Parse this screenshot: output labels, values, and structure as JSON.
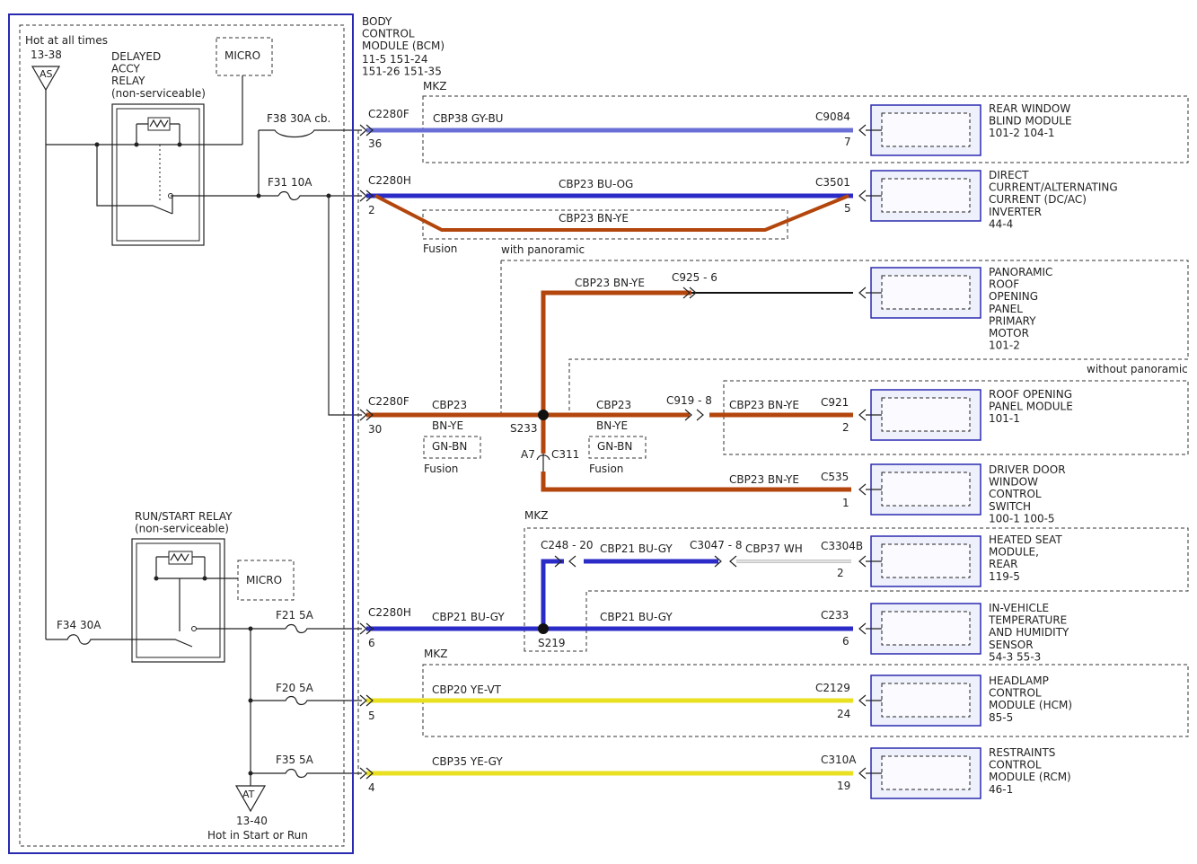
{
  "colors": {
    "gray_blue_wire": "#6a6fd6",
    "blue_wire": "#2b2bc8",
    "orange_wire": "#b3460c",
    "yellow_wire": "#e8e020",
    "bcm_border": "#2a2ab0"
  },
  "left_panel": {
    "hot_at_all_times": "Hot at all times",
    "as_ref": "13-38",
    "as_symbol": "AS",
    "delayed_relay_label": "DELAYED\nACCY\nRELAY\n(non-serviceable)",
    "micro_label": "MICRO",
    "runstart_relay_label": "RUN/START RELAY\n(non-serviceable)",
    "micro2_label": "MICRO",
    "f34_label": "F34  30A",
    "at_symbol": "AT",
    "at_ref": "13-40",
    "hot_in_start_run": "Hot in Start or Run"
  },
  "fuses": {
    "f38": "F38  30A cb.",
    "f31": "F31  10A",
    "f21": "F21   5A",
    "f20": "F20   5A",
    "f35": "F35   5A"
  },
  "bcm": {
    "title": "BODY\nCONTROL\nMODULE (BCM)",
    "refs": "11-5      151-24\n151-26   151-35"
  },
  "variants": {
    "mkz1": "MKZ",
    "fusion1": "Fusion",
    "with_panoramic": "with panoramic",
    "without_panoramic": "without panoramic",
    "fusion2": "Fusion",
    "fusion3": "Fusion",
    "mkz2": "MKZ",
    "mkz3": "MKZ"
  },
  "connectors": {
    "c2280f_top": "C2280F",
    "pin36": "36",
    "c2280h_top": "C2280H",
    "pin2": "2",
    "c2280f_mid": "C2280F",
    "pin30": "30",
    "c2280h_bot": "C2280H",
    "pin6": "6",
    "pin5": "5",
    "pin4": "4",
    "c9084": "C9084",
    "pin7": "7",
    "c3501": "C3501",
    "pin5r": "5",
    "c925": "C925 - 6",
    "c919": "C919 - 8",
    "c921": "C921",
    "pin2r": "2",
    "c535": "C535",
    "pin1r": "1",
    "c248": "C248 - 20",
    "c3047": "C3047 - 8",
    "c3304b": "C3304B",
    "pin2hs": "2",
    "c233": "C233",
    "pin6r": "6",
    "c2129": "C2129",
    "pin24": "24",
    "c310a": "C310A",
    "pin19": "19",
    "s233": "S233",
    "s219": "S219",
    "a7": "A7",
    "c311": "C311"
  },
  "wires": {
    "w1": "CBP38   GY-BU",
    "w2a": "CBP23   BU-OG",
    "w2b": "CBP23   BN-YE",
    "w3_top": "CBP23   BN-YE",
    "w3_left_id": "CBP23",
    "w3_left_color": "BN-YE",
    "w3_right_id": "CBP23",
    "w3_right_color": "BN-YE",
    "w3_roof": "CBP23   BN-YE",
    "gnbn1": "GN-BN",
    "gnbn2": "GN-BN",
    "w3_driver": "CBP23   BN-YE",
    "w4_upper_mid": "CBP21   BU-GY",
    "w4_upper_right": "CBP37     WH",
    "w4_left": "CBP21   BU-GY",
    "w4_right": "CBP21   BU-GY",
    "w5": "CBP20   YE-VT",
    "w6": "CBP35   YE-GY"
  },
  "modules": {
    "m1": "REAR WINDOW\nBLIND MODULE\n101-2   104-1",
    "m2": "DIRECT\nCURRENT/ALTERNATING\nCURRENT (DC/AC)\nINVERTER\n44-4",
    "m3": "PANORAMIC\nROOF\nOPENING\nPANEL\nPRIMARY\nMOTOR\n101-2",
    "m4": "ROOF OPENING\nPANEL MODULE\n101-1",
    "m5": "DRIVER DOOR\nWINDOW\nCONTROL\nSWITCH\n100-1      100-5",
    "m6": "HEATED SEAT\nMODULE,\nREAR\n119-5",
    "m7": "IN-VEHICLE\nTEMPERATURE\nAND HUMIDITY\nSENSOR\n54-3    55-3",
    "m8": "HEADLAMP\nCONTROL\nMODULE (HCM)\n85-5",
    "m9": "RESTRAINTS\nCONTROL\nMODULE (RCM)\n46-1"
  }
}
